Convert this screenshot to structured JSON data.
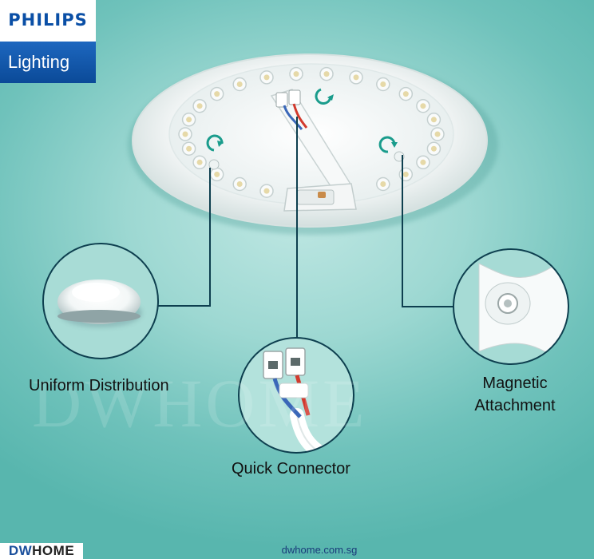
{
  "brand": {
    "name": "PHILIPS",
    "division": "Lighting"
  },
  "watermark": "DWHOME",
  "features": {
    "uniform_distribution": "Uniform Distribution",
    "quick_connector": "Quick Connector",
    "magnetic_attachment_line1": "Magnetic",
    "magnetic_attachment_line2": "Attachment"
  },
  "footer": {
    "logo_part1": "DW",
    "logo_part2": "HOME",
    "website": "dwhome.com.sg"
  },
  "colors": {
    "background": "#8fd3cc",
    "callout_line": "#0e3f4f",
    "brand_blue": "#0b4a98",
    "arrow_teal": "#1a9c8c"
  },
  "icons": [
    "rotate-arrow-icon",
    "led-bead-icon"
  ]
}
